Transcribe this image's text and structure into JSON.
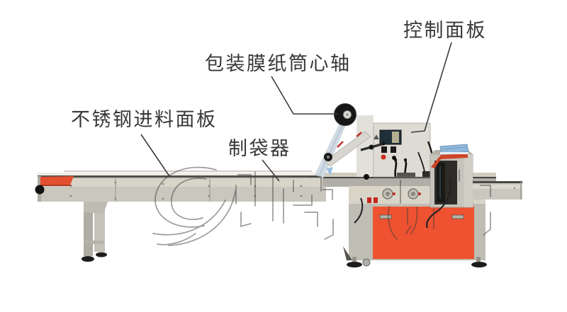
{
  "figure": {
    "kind": "annotated-machine-photo",
    "background": "#ffffff"
  },
  "callouts": [
    {
      "label": "控制面板"
    },
    {
      "label": "包装膜纸筒心轴"
    },
    {
      "label": "不锈钢进料面板"
    },
    {
      "label": "制袋器"
    }
  ],
  "colors": {
    "label_text": "#383838",
    "leader_line": "#3c3c3c",
    "door_orange": "#ee5230",
    "left_cap_orange": "#e25030",
    "steel_face": "#d8d5c8",
    "steel_body": "#c9c7be",
    "cabinet_gray": "#bfbdb4",
    "head_white": "#e2e0da",
    "screen_dark": "#20303a",
    "film_roll_black": "#161616",
    "film_web_blue": "#ccd8e2",
    "product_blue": "#8fb8dc",
    "product_red": "#cf4527",
    "accent_red": "#cc2b1e",
    "watermark": "#3b3b3b"
  }
}
